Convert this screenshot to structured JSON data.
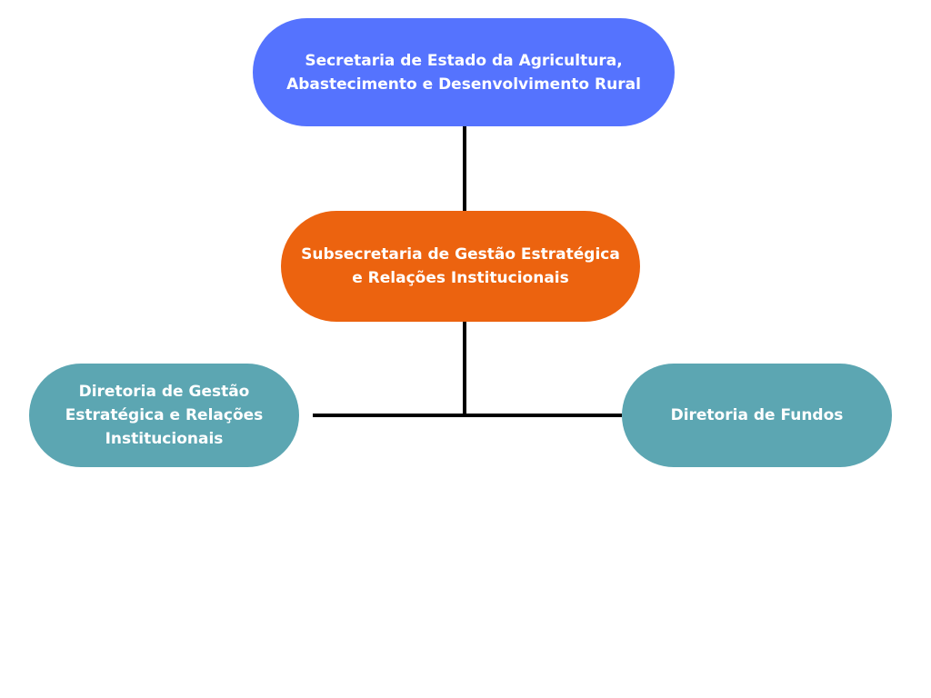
{
  "diagram": {
    "type": "org-chart",
    "nodes": [
      {
        "id": "secretaria",
        "text": "Secretaria de Estado da Agricultura, Abastecimento e Desenvolvimento Rural",
        "color": "#5573fe",
        "level": 0
      },
      {
        "id": "subsecretaria",
        "text": "Subsecretaria de Gestão Estratégica e Relações Institucionais",
        "color": "#ec630f",
        "level": 1,
        "parent": "secretaria"
      },
      {
        "id": "diretoria-gestao",
        "text": "Diretoria de Gestão Estratégica e Relações Institucionais",
        "color": "#5ca6b2",
        "level": 2,
        "parent": "subsecretaria"
      },
      {
        "id": "diretoria-fundos",
        "text": "Diretoria de Fundos",
        "color": "#5ca6b2",
        "level": 2,
        "parent": "subsecretaria"
      }
    ],
    "connector_color": "#000000"
  }
}
